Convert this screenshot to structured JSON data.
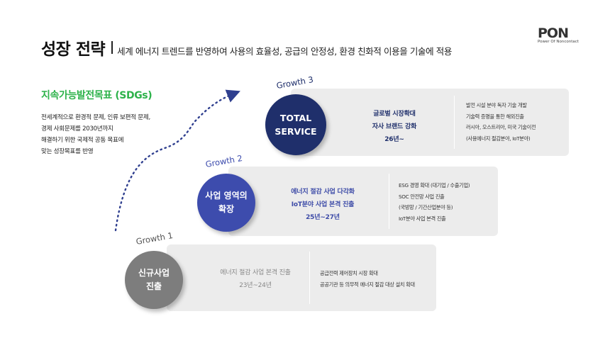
{
  "header": {
    "title": "성장 전략",
    "subtitle": "세계 에너지 트렌드를 반영하여 사용의 효율성, 공급의 안정성, 환경 친화적 이용을 기술에 적용"
  },
  "logo": {
    "mark": "PON",
    "tagline": "Power Of Noncontact"
  },
  "sdg": {
    "title": "지속가능발전목표 (SDGs)",
    "lines": [
      "전세계적으로 환경적 문제, 인류 보편적 문제,",
      "경제 사회문제를 2030년까지",
      "해결하기 위한 국제적 공동 목표에",
      "맞는 성장목표를 반영"
    ]
  },
  "stages": [
    {
      "growth_label": "Growth 1",
      "circle_lines": [
        "신규사업",
        "진출"
      ],
      "summary": [
        "에너지 절감 사업 본격 진출",
        "23년~24년"
      ],
      "details": [
        "공급전력 제어장치 시장 확대",
        "공공기관 등 의무적 에너지 절감 대상 설치 확대"
      ],
      "color": "#7d7d7d"
    },
    {
      "growth_label": "Growth 2",
      "circle_lines": [
        "사업 영역의",
        "확장"
      ],
      "summary": [
        "에너지 절감 사업 다각화",
        "IoT분야 사업 본격 진출",
        "25년~27년"
      ],
      "details": [
        "ESG 경영 확대 (대기업 / 수출기업)",
        "SOC 안전망 사업 진출",
        "(국방망 / 기간산업분야 등)",
        "IoT분야 사업 본격 진출"
      ],
      "color": "#3d4cad"
    },
    {
      "growth_label": "Growth 3",
      "circle_lines": [
        "TOTAL",
        "SERVICE"
      ],
      "summary": [
        "글로벌 시장확대",
        "자사 브랜드 강화",
        "26년~"
      ],
      "details": [
        "발전 시설 분야 독자 기술 개발",
        "기술력 증명을 통한 해외진출",
        "러시아, 오스트리아, 미국 기술이전",
        "(사용에너지 절감분야, IoT분야)"
      ],
      "color": "#1f2f6b"
    }
  ],
  "colors": {
    "sdg_green": "#2db24a",
    "arrow": "#2f3f8f",
    "card_bg": "#ececec"
  }
}
